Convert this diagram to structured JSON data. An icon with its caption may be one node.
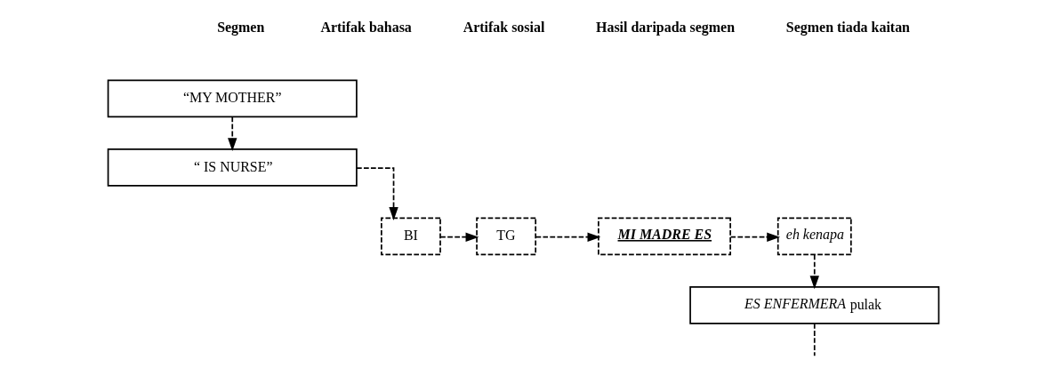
{
  "diagram": {
    "nodes": [
      {
        "text": [
          "“MY MOTHER”"
        ]
      },
      {
        "text": [
          "“ IS NURSE”"
        ]
      },
      {
        "text": [
          "BI"
        ]
      },
      {
        "text": [
          "TG"
        ]
      },
      {
        "text": [
          "MI MADRE ES"
        ]
      },
      {
        "text": [
          "eh kenapa"
        ]
      },
      {
        "text": [
          "*ES ENFERMERA* pulak"
        ]
      }
    ],
    "edges": [
      {
        "from": 0,
        "to": 1,
        "arrow": "to",
        "style": "dashed"
      },
      {
        "from": 1,
        "to": 2,
        "arrow": "to",
        "style": "dashed"
      },
      {
        "from": 2,
        "to": 3,
        "arrow": "to",
        "style": "dashed"
      },
      {
        "from": 3,
        "to": 4,
        "arrow": "to",
        "style": "dashed"
      },
      {
        "from": 4,
        "to": 5,
        "arrow": "to",
        "style": "dashed"
      },
      {
        "from": 5,
        "to": 6,
        "arrow": "to",
        "style": "dashed"
      },
      {
        "from": 6,
        "to": null,
        "arrow": "none",
        "style": "dashed"
      }
    ],
    "labels": [
      "Segmen",
      "Artifak bahasa",
      "Artifak sosial",
      "Hasil daripada segmen",
      "Segmen tiada kaitan"
    ]
  }
}
